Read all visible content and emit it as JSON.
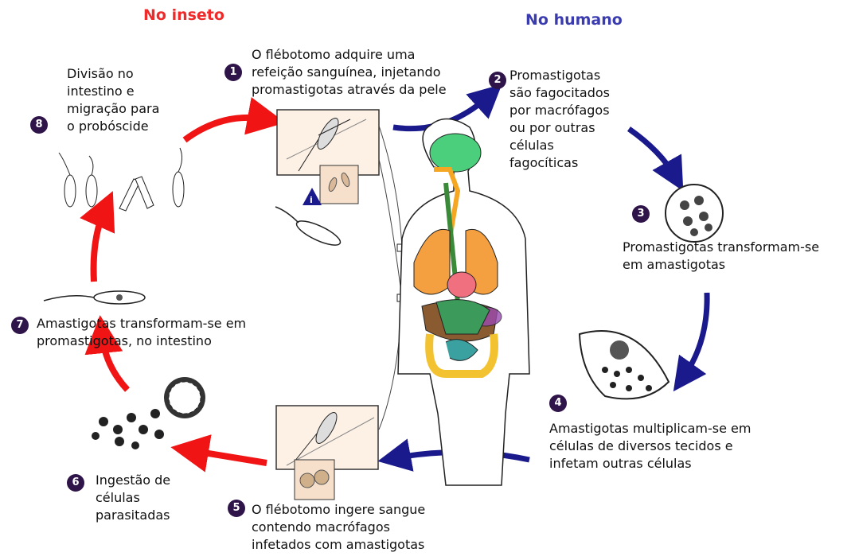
{
  "headers": {
    "insect": "No inseto",
    "human": "No humano"
  },
  "colors": {
    "insect_arrow": "#f01414",
    "human_arrow": "#1a1a8c",
    "badge": "#2e1448",
    "insect_header": "#ee2a2a",
    "human_header": "#3b3bb0"
  },
  "steps": [
    {
      "num": "1",
      "text": "O flébotomo adquire uma\nrefeição sanguínea, injetando\npromastigotas através da pele"
    },
    {
      "num": "2",
      "text": "Promastigotas\nsão fagocitados\npor macrófagos\nou por outras\ncélulas\nfagocíticas"
    },
    {
      "num": "3",
      "text": "Promastigotas transformam-se\nem amastigotas"
    },
    {
      "num": "4",
      "text": "Amastigotas multiplicam-se em\ncélulas de diversos tecidos e\ninfetam outras células"
    },
    {
      "num": "5",
      "text": "O flébotomo ingere sangue\ncontendo macrófagos\ninfetados com amastigotas"
    },
    {
      "num": "6",
      "text": "Ingestão de\ncélulas\nparasitadas"
    },
    {
      "num": "7",
      "text": "Amastigotas transformam-se em\npromastigotas, no intestino"
    },
    {
      "num": "8",
      "text": "Divisão no\nintestino e\nmigração para\no probóscide"
    }
  ],
  "info_stage": "i"
}
